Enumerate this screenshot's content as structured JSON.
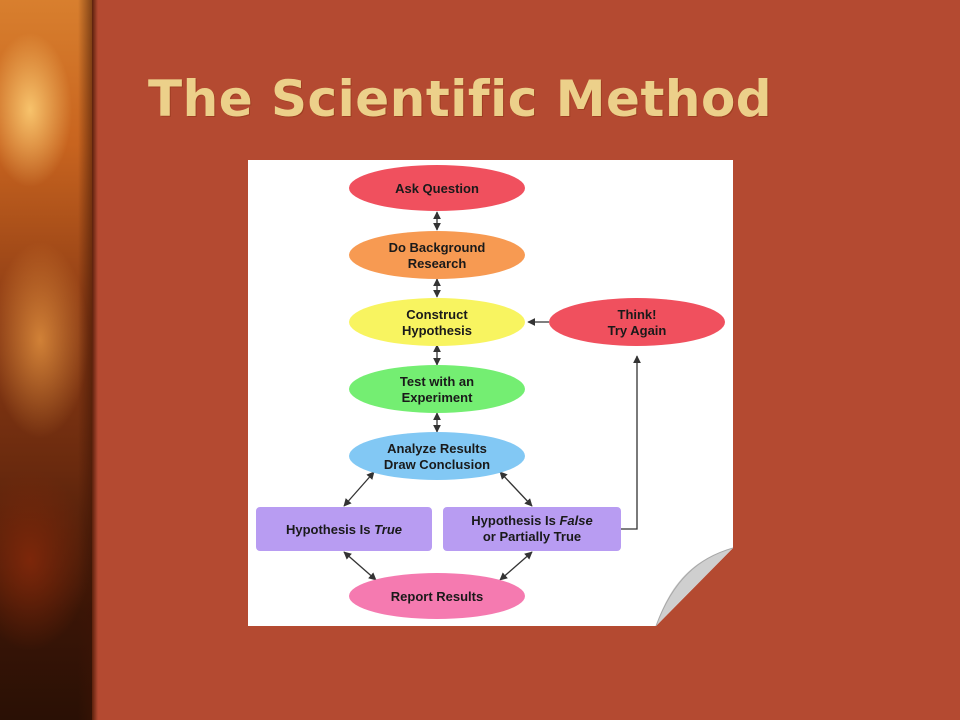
{
  "slide": {
    "title": "The Scientific Method"
  },
  "diagram": {
    "nodes": {
      "ask": {
        "lines": [
          "Ask Question"
        ],
        "color": "#f0505e"
      },
      "background": {
        "lines": [
          "Do Background",
          "Research"
        ],
        "color": "#f79a52"
      },
      "hypothesis": {
        "lines": [
          "Construct",
          "Hypothesis"
        ],
        "color": "#f8f460"
      },
      "test": {
        "lines": [
          "Test with an",
          "Experiment"
        ],
        "color": "#74ee72"
      },
      "analyze": {
        "lines": [
          "Analyze Results",
          "Draw Conclusion"
        ],
        "color": "#82c8f4"
      },
      "think": {
        "lines": [
          "Think!",
          "Try Again"
        ],
        "color": "#f0505e"
      },
      "true": {
        "line_before": "Hypothesis Is ",
        "line_emph": "True",
        "color": "#b89cf2"
      },
      "false": {
        "line_before": "Hypothesis Is ",
        "line_emph": "False",
        "line2": "or Partially True",
        "color": "#b89cf2"
      },
      "report": {
        "lines": [
          "Report Results"
        ],
        "color": "#f57ab0"
      }
    },
    "card_color": "#ffffff",
    "curl_color": "#cfcfcf",
    "connector_color": "#333333"
  }
}
